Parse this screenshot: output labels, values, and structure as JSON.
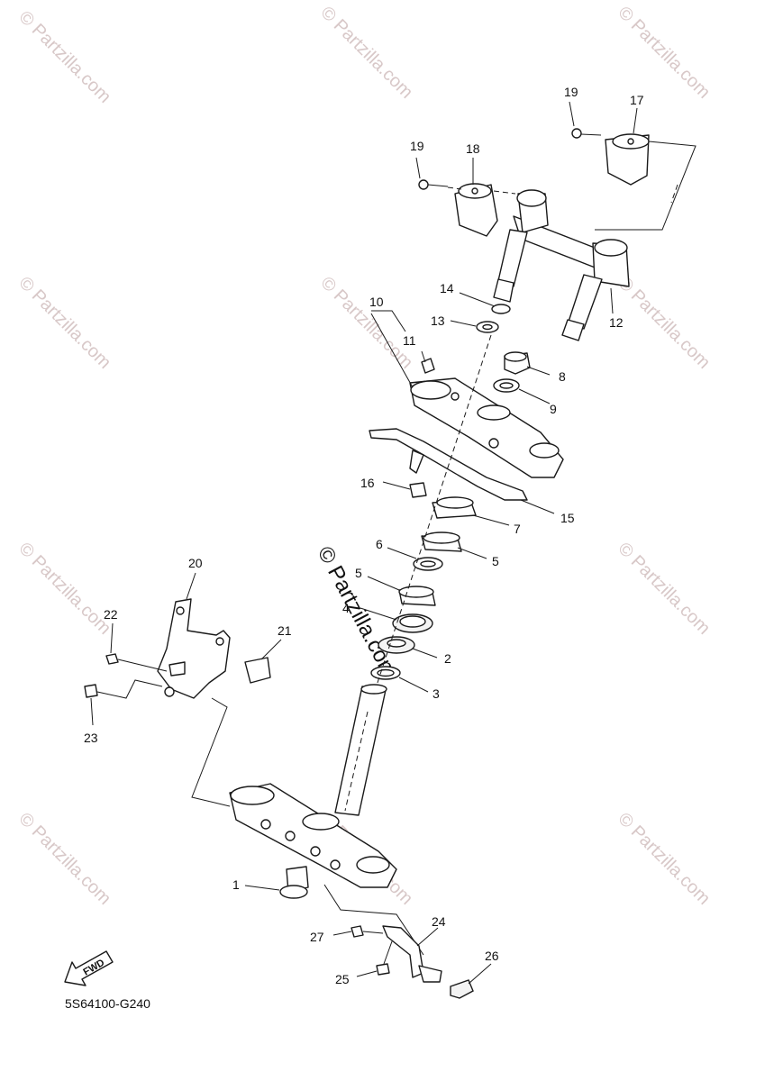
{
  "watermark": "© Partzilla.com",
  "center_watermark": "© Partzilla.com",
  "diagram_code": "5S64100-G240",
  "fwd_label": "FWD",
  "callouts": {
    "c1": "1",
    "c2": "2",
    "c3": "3",
    "c4": "4",
    "c5a": "5",
    "c5b": "5",
    "c6": "6",
    "c7": "7",
    "c8": "8",
    "c9": "9",
    "c10": "10",
    "c11": "11",
    "c12": "12",
    "c13": "13",
    "c14": "14",
    "c15": "15",
    "c16": "16",
    "c17": "17",
    "c18": "18",
    "c19a": "19",
    "c19b": "19",
    "c20": "20",
    "c21": "21",
    "c22": "22",
    "c23": "23",
    "c24": "24",
    "c25": "25",
    "c26": "26",
    "c27": "27"
  }
}
